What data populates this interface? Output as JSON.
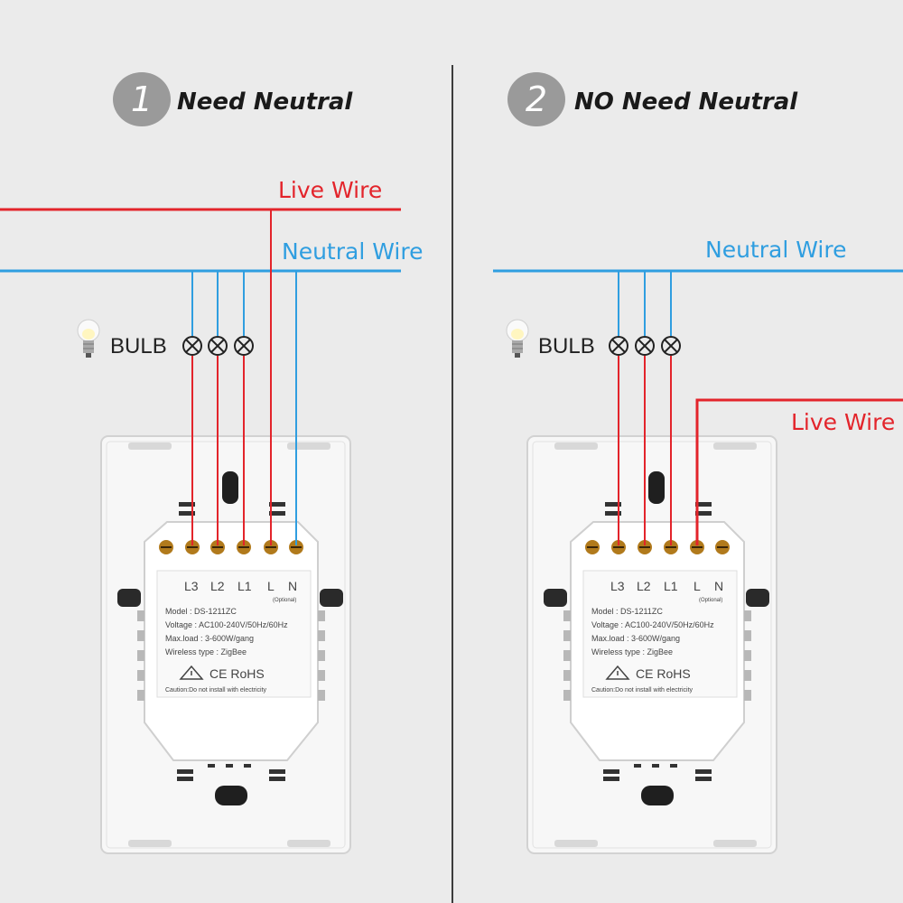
{
  "panels": [
    {
      "number": "1",
      "title": "Need Neutral",
      "live_label": "Live Wire",
      "neutral_label": "Neutral Wire",
      "bulb_label": "BULB",
      "terminals": [
        "L3",
        "L2",
        "L1",
        "L",
        "N"
      ],
      "terminal_note": "(Optional)",
      "model": "Model : DS-1211ZC",
      "voltage": "Voltage : AC100-240V/50Hz/60Hz",
      "max_load": "Max.load : 3-600W/gang",
      "wireless": "Wireless type : ZigBee",
      "certs": "CE RoHS",
      "caution": "Caution:Do not install with electricity"
    },
    {
      "number": "2",
      "title": "NO Need Neutral",
      "live_label": "Live Wire",
      "neutral_label": "Neutral Wire",
      "bulb_label": "BULB",
      "terminals": [
        "L3",
        "L2",
        "L1",
        "L",
        "N"
      ],
      "terminal_note": "(Optional)",
      "model": "Model : DS-1211ZC",
      "voltage": "Voltage : AC100-240V/50Hz/60Hz",
      "max_load": "Max.load : 3-600W/gang",
      "wireless": "Wireless type : ZigBee",
      "certs": "CE RoHS",
      "caution": "Caution:Do not install with electricity"
    }
  ],
  "colors": {
    "live": "#e3242b",
    "neutral": "#2f9ee0",
    "background": "#ebebeb"
  }
}
